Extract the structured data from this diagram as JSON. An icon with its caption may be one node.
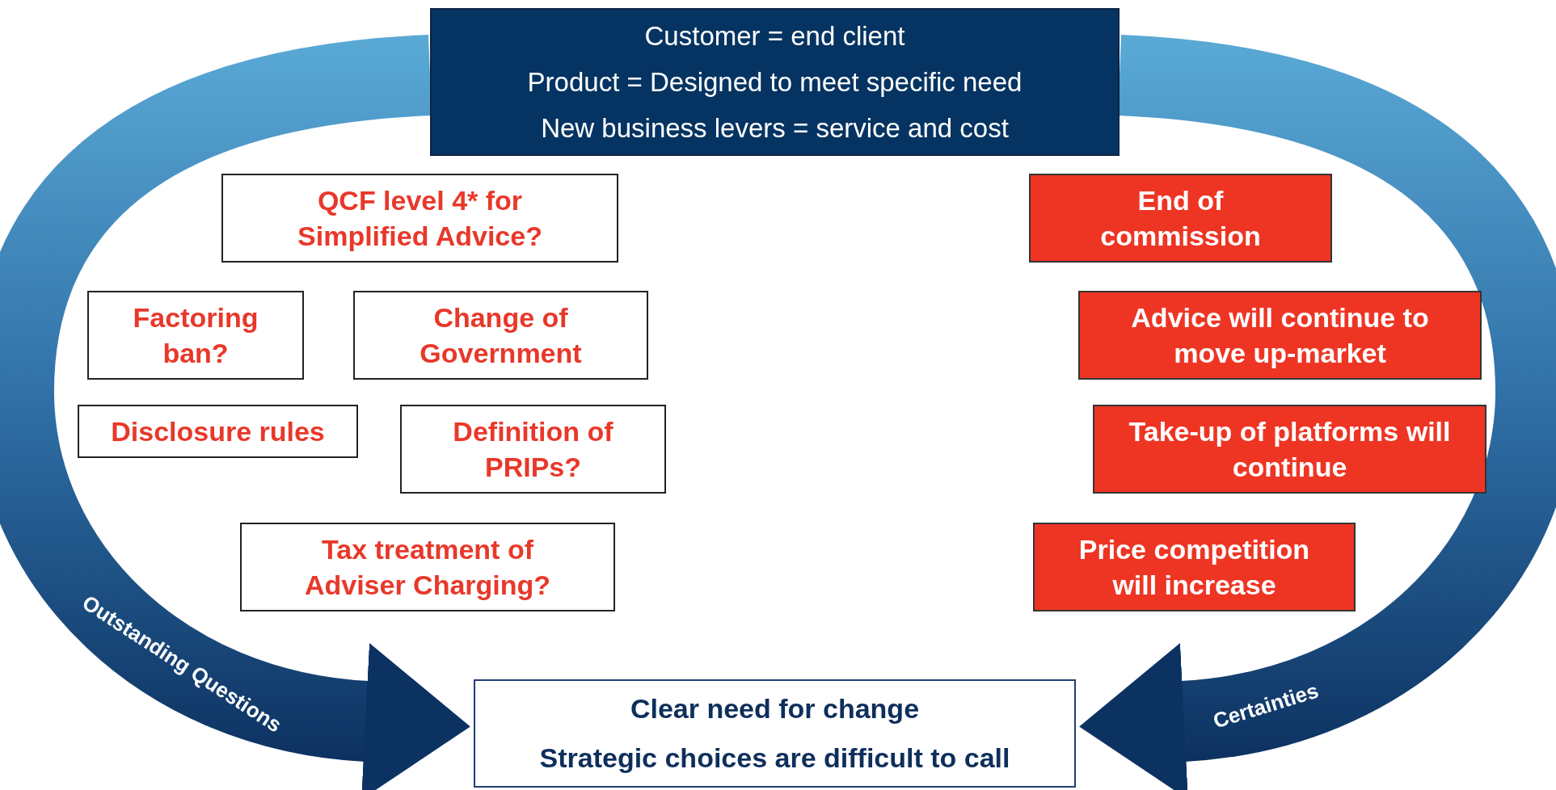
{
  "diagram": {
    "nodes": [
      {
        "text": [
          "Customer = end client",
          "Product = Designed to meet specific need",
          "New business levers = service and cost"
        ]
      },
      {
        "text": [
          "QCF level 4* for Simplified Advice?"
        ]
      },
      {
        "text": [
          "Factoring ban?"
        ]
      },
      {
        "text": [
          "Change of Government"
        ]
      },
      {
        "text": [
          "Disclosure rules"
        ]
      },
      {
        "text": [
          "Definition of PRIPs?"
        ]
      },
      {
        "text": [
          "Tax treatment of Adviser Charging?"
        ]
      },
      {
        "text": [
          "End of commission"
        ]
      },
      {
        "text": [
          "Advice will continue to move up-market"
        ]
      },
      {
        "text": [
          "Take-up of platforms will continue"
        ]
      },
      {
        "text": [
          "Price competition will increase"
        ]
      },
      {
        "text": [
          "Clear need for change",
          "Strategic choices are difficult to call"
        ]
      }
    ],
    "edges": [
      {
        "from": 0,
        "to": 11,
        "arrow": "to",
        "label": "Outstanding Questions"
      },
      {
        "from": 0,
        "to": 11,
        "arrow": "to",
        "label": "Certainties"
      }
    ]
  }
}
